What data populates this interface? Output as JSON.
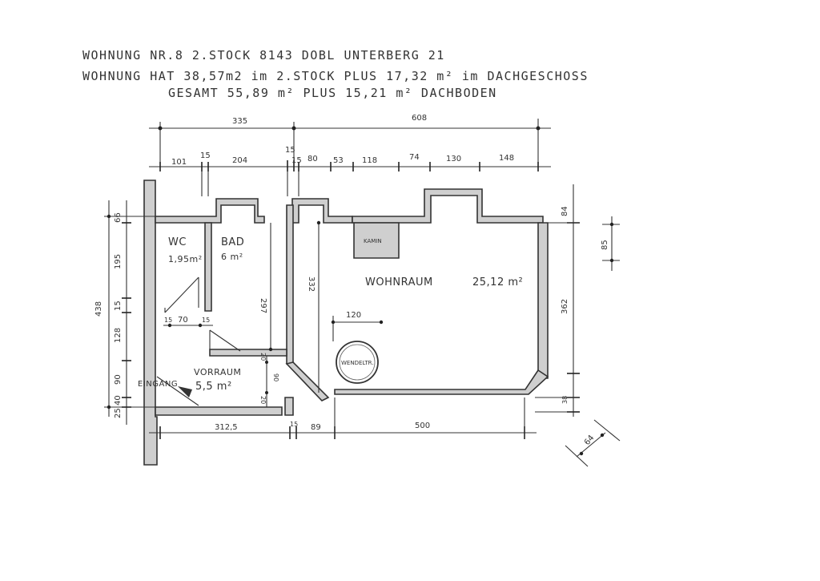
{
  "header": {
    "line1": "WOHNUNG NR.8 2.STOCK 8143 DOBL UNTERBERG 21",
    "line2": "WOHNUNG HAT 38,57m2 im 2.STOCK PLUS 17,32 m² im DACHGESCHOSS",
    "line3": "GESAMT 55,89 m² PLUS 15,21 m² DACHBODEN"
  },
  "rooms": {
    "wc_name": "WC",
    "wc_area": "1,95m²",
    "bad_name": "BAD",
    "bad_area": "6 m²",
    "wohn_name": "WOHNRAUM",
    "wohn_area": "25,12 m²",
    "vor_name": "VORRAUM",
    "vor_area": "5,5 m²",
    "eingang": "EINGANG",
    "kamin": "KAMIN",
    "wendeltr": "WENDELTR."
  },
  "dims": {
    "top": [
      "335",
      "608"
    ],
    "second": [
      "101",
      "15",
      "204",
      "15",
      "15",
      "80",
      "53",
      "118",
      "74",
      "130",
      "148"
    ],
    "left_outer": "438",
    "left": [
      "66",
      "195",
      "15",
      "128",
      "90",
      "40",
      "25"
    ],
    "bottom": [
      "312,5",
      "15",
      "89",
      "500"
    ],
    "right": [
      "84",
      "85",
      "362",
      "38"
    ],
    "inner": [
      "297",
      "332",
      "120",
      "70",
      "15",
      "15",
      "20",
      "90",
      "20"
    ],
    "diag": "64"
  }
}
